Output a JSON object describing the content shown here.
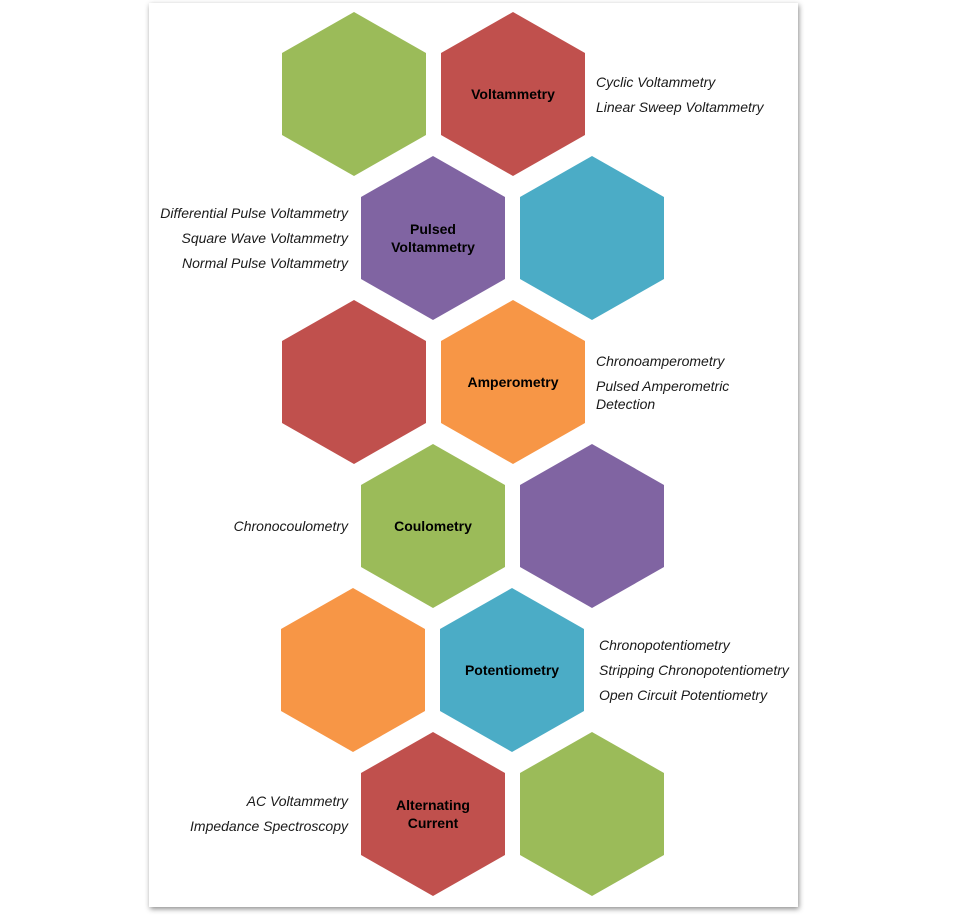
{
  "colors": {
    "green": "#9bbb59",
    "red": "#c0504d",
    "purple": "#8064a2",
    "teal": "#4bacc6",
    "orange": "#f79646"
  },
  "categories": {
    "voltammetry": {
      "label": "Voltammetry",
      "techniques": [
        "Cyclic Voltammetry",
        "Linear Sweep Voltammetry"
      ]
    },
    "pulsed": {
      "label": "Pulsed Voltammetry",
      "techniques": [
        "Differential Pulse Voltammetry",
        "Square Wave Voltammetry",
        "Normal Pulse Voltammetry"
      ]
    },
    "amperometry": {
      "label": "Amperometry",
      "techniques": [
        "Chronoamperometry",
        "Pulsed Amperometric Detection"
      ]
    },
    "coulometry": {
      "label": "Coulometry",
      "techniques": [
        "Chronocoulometry"
      ]
    },
    "potentiometry": {
      "label": "Potentiometry",
      "techniques": [
        "Chronopotentiometry",
        "Stripping Chronopotentiometry",
        "Open Circuit Potentiometry"
      ]
    },
    "ac": {
      "label": "Alternating Current",
      "techniques": [
        "AC Voltammetry",
        "Impedance Spectroscopy"
      ]
    }
  }
}
